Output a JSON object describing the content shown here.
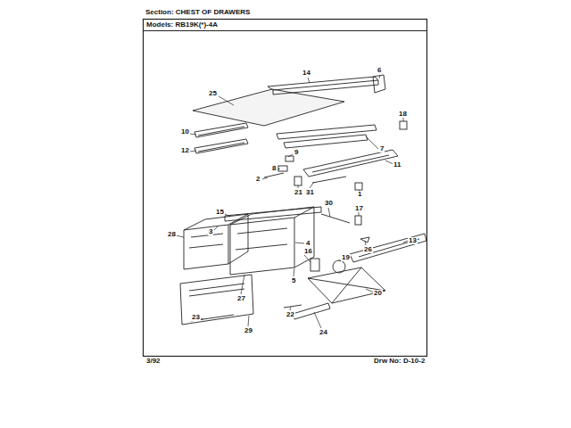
{
  "diagram": {
    "title": "Section: CHEST OF DRAWERS",
    "labels": [
      "Models: RB19K(*)-4A",
      "25",
      "14",
      "6",
      "18",
      "10",
      "12",
      "9",
      "7",
      "8",
      "2",
      "11",
      "31",
      "21",
      "1",
      "15",
      "30",
      "17",
      "3",
      "28",
      "4",
      "26",
      "13",
      "16",
      "19",
      "5",
      "20",
      "27",
      "22",
      "24",
      "23",
      "29",
      "3/92",
      "Drw No: D-10-2"
    ]
  }
}
